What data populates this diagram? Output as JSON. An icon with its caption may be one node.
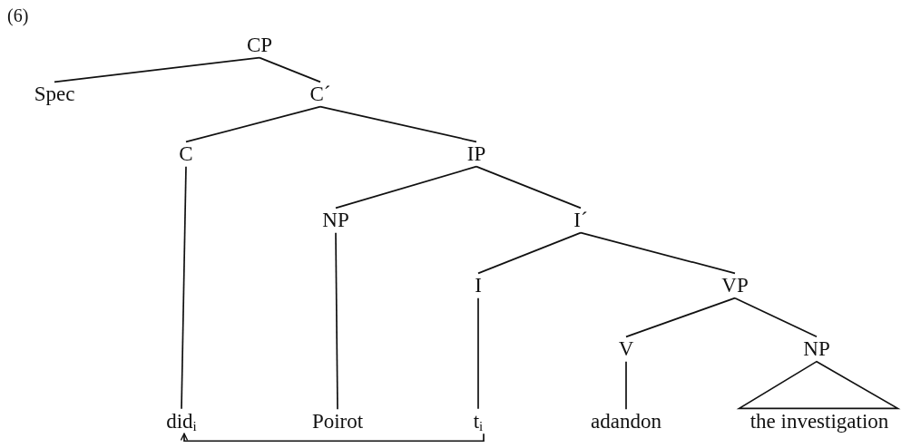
{
  "diagram": {
    "nodes": [
      {
        "text": [
          "CP"
        ]
      },
      {
        "text": [
          "Spec"
        ]
      },
      {
        "text": [
          "C´"
        ]
      },
      {
        "text": [
          "C"
        ]
      },
      {
        "text": [
          "IP"
        ]
      },
      {
        "text": [
          "NP"
        ]
      },
      {
        "text": [
          "I´"
        ]
      },
      {
        "text": [
          "I"
        ]
      },
      {
        "text": [
          "VP"
        ]
      },
      {
        "text": [
          "V"
        ]
      },
      {
        "text": [
          "NP"
        ]
      },
      {
        "text": [
          "did$_{i}$"
        ]
      },
      {
        "text": [
          "Poirot"
        ]
      },
      {
        "text": [
          "t$_{i}$"
        ]
      },
      {
        "text": [
          "adandon"
        ]
      },
      {
        "text": [
          "the investigation"
        ]
      }
    ],
    "edges": [
      {
        "from": 0,
        "to": 1,
        "arrow": "none"
      },
      {
        "from": 0,
        "to": 2,
        "arrow": "none"
      },
      {
        "from": 2,
        "to": 3,
        "arrow": "none"
      },
      {
        "from": 2,
        "to": 4,
        "arrow": "none"
      },
      {
        "from": 4,
        "to": 5,
        "arrow": "none"
      },
      {
        "from": 4,
        "to": 6,
        "arrow": "none"
      },
      {
        "from": 6,
        "to": 7,
        "arrow": "none"
      },
      {
        "from": 6,
        "to": 8,
        "arrow": "none"
      },
      {
        "from": 8,
        "to": 9,
        "arrow": "none"
      },
      {
        "from": 8,
        "to": 10,
        "arrow": "none"
      },
      {
        "from": 3,
        "to": 11,
        "arrow": "none"
      },
      {
        "from": 5,
        "to": 12,
        "arrow": "none"
      },
      {
        "from": 7,
        "to": 13,
        "arrow": "none"
      },
      {
        "from": 9,
        "to": 14,
        "arrow": "none"
      },
      {
        "from": 10,
        "to": 15,
        "arrow": "none"
      },
      {
        "from": 13,
        "to": 11,
        "arrow": "to"
      }
    ],
    "labels": [
      "(6)"
    ]
  }
}
